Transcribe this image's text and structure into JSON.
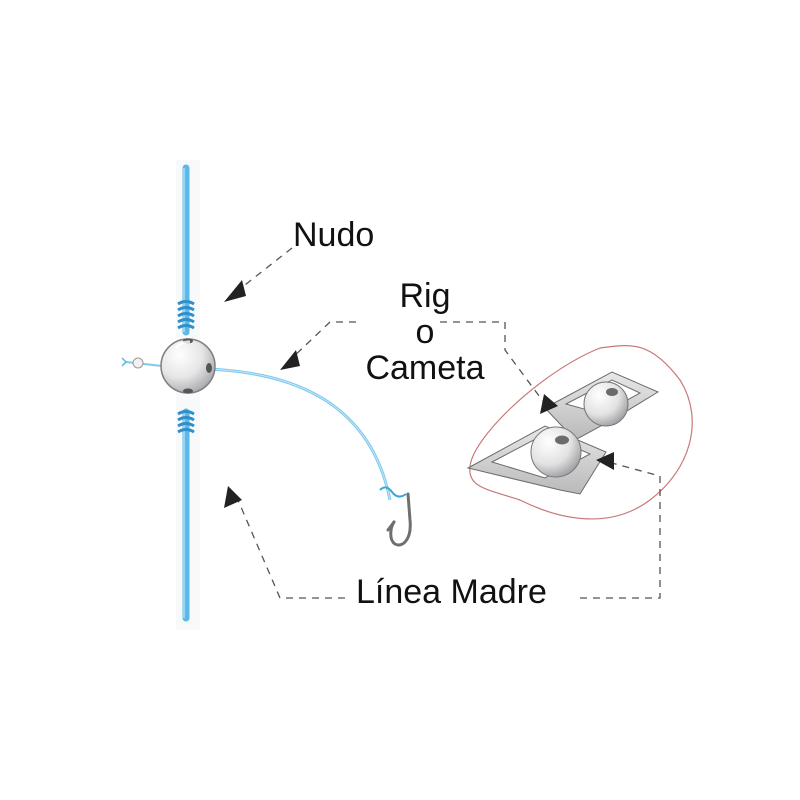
{
  "labels": {
    "nudo": "Nudo",
    "rig_line1": "Rig",
    "rig_line2": "o",
    "rig_line3": "Cameta",
    "linea_madre": "Línea Madre"
  },
  "colors": {
    "main_line": "#5bb8e8",
    "main_line_dark": "#2f8fc8",
    "knot": "#3aa6dc",
    "ball": "#e9e9ea",
    "arrow": "#222222",
    "dash": "#555555",
    "hook": "#6f6f6f",
    "inset_border": "#c87878"
  },
  "icons": {
    "swivel_ball": "sphere",
    "hook": "fish-hook",
    "inset": "double-bead-clip"
  }
}
